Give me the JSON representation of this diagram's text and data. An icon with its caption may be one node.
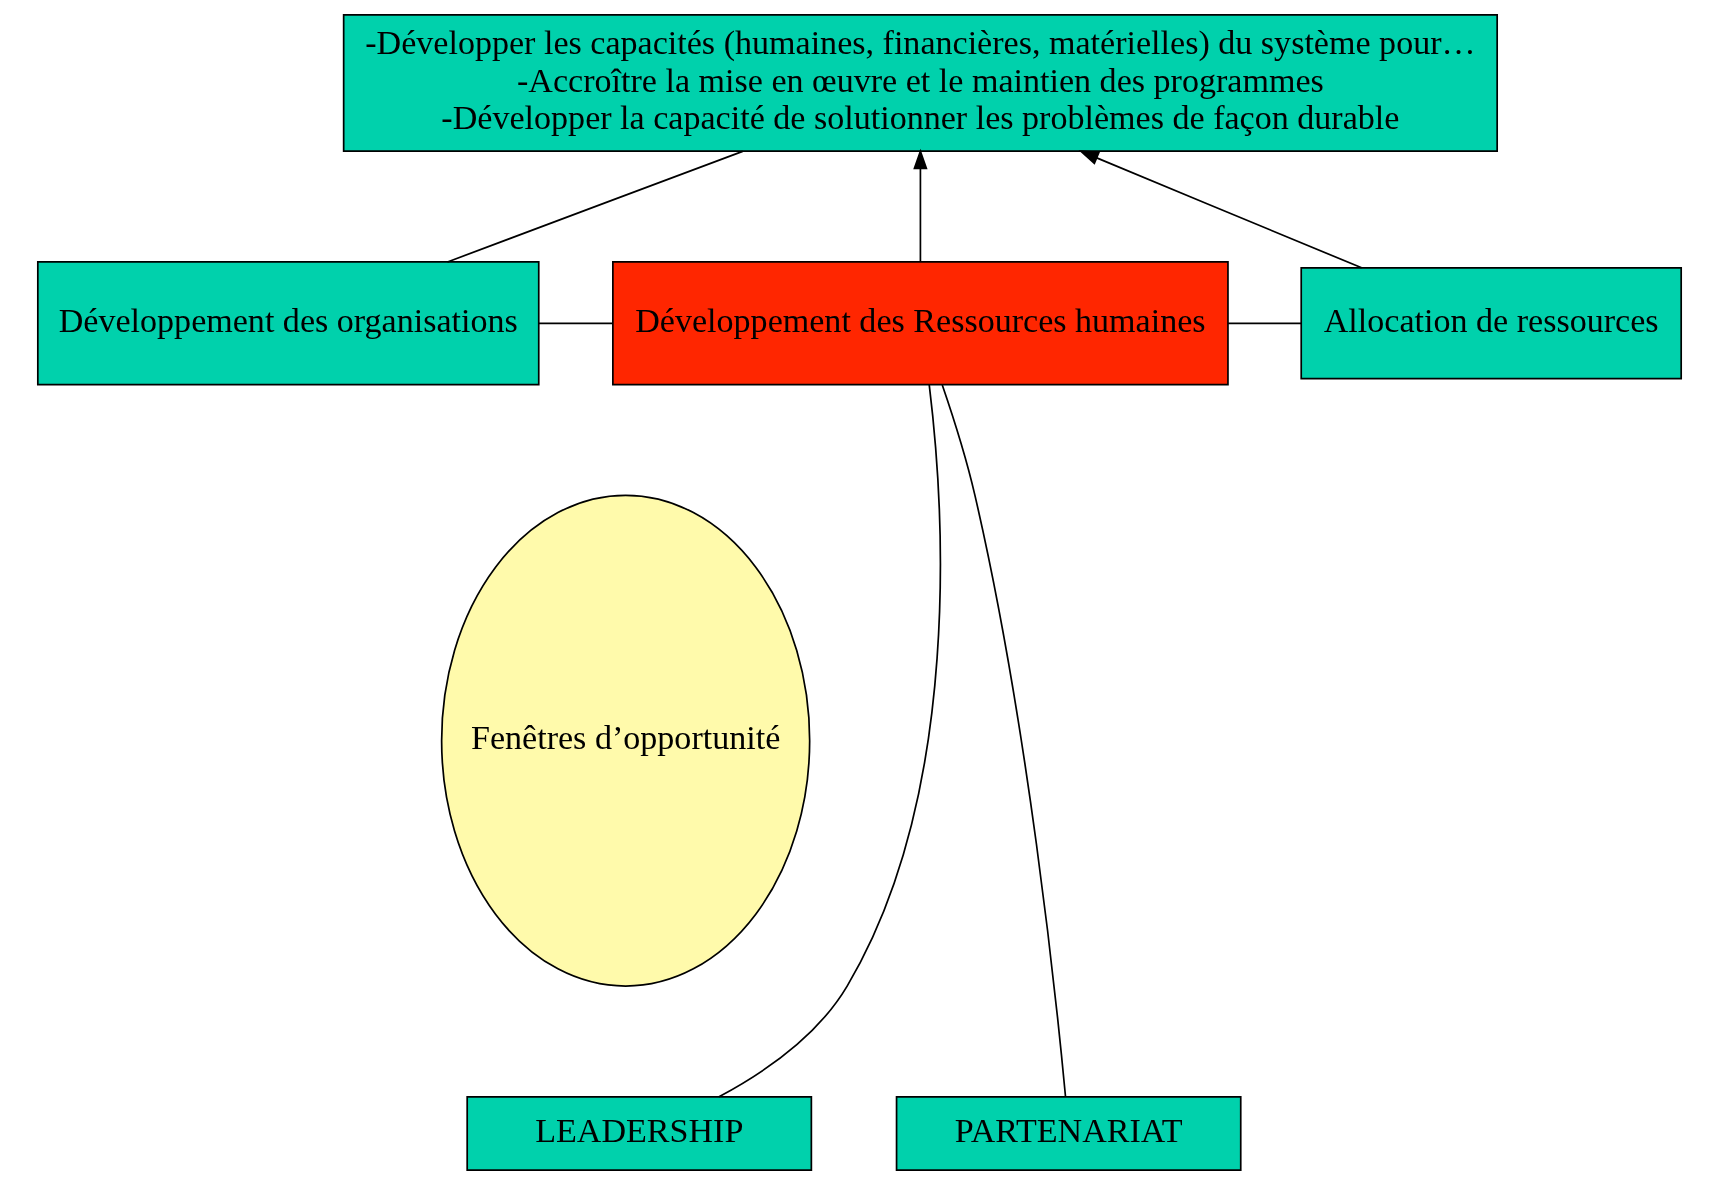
{
  "diagram": {
    "nodes": [
      {
        "text": [
          "-Développer les capacités (humaines, financières, matérielles) du système pour…",
          "-Accroître la mise en œuvre et le maintien des programmes",
          "-Développer la capacité de solutionner les problèmes de façon durable"
        ]
      },
      {
        "text": [
          "Développement des organisations"
        ]
      },
      {
        "text": [
          "Développement des Ressources humaines"
        ]
      },
      {
        "text": [
          "Allocation de ressources"
        ]
      },
      {
        "text": [
          "Fenêtres d’opportunité"
        ]
      },
      {
        "text": [
          "LEADERSHIP"
        ]
      },
      {
        "text": [
          "PARTENARIAT"
        ]
      }
    ],
    "edges": [
      {
        "from": 1,
        "to": 0,
        "arrow": "none"
      },
      {
        "from": 2,
        "to": 0,
        "arrow": "to"
      },
      {
        "from": 3,
        "to": 0,
        "arrow": "to"
      },
      {
        "from": 1,
        "to": 2,
        "arrow": "none"
      },
      {
        "from": 2,
        "to": 3,
        "arrow": "none"
      },
      {
        "from": 2,
        "to": 5,
        "arrow": "none"
      },
      {
        "from": 2,
        "to": 6,
        "arrow": "none"
      }
    ]
  }
}
